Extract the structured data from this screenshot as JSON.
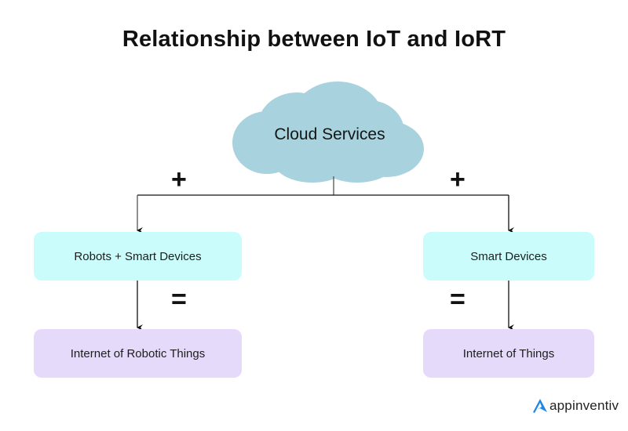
{
  "title": "Relationship between IoT and IoRT",
  "cloud": {
    "label": "Cloud Services",
    "color": "#a8d3de",
    "icon": "cloud-icon"
  },
  "operators": {
    "left_plus": "+",
    "right_plus": "+",
    "left_equals": "=",
    "right_equals": "="
  },
  "left_branch": {
    "input": {
      "label": "Robots + Smart Devices",
      "color": "#cafcfc"
    },
    "result": {
      "label": "Internet of Robotic Things",
      "color": "#e5dafa"
    }
  },
  "right_branch": {
    "input": {
      "label": "Smart Devices",
      "color": "#cafcfc"
    },
    "result": {
      "label": "Internet of Things",
      "color": "#e5dafa"
    }
  },
  "logo": {
    "text": "appinventiv",
    "icon": "appinventiv-logo-icon",
    "color": "#1e88e5"
  }
}
